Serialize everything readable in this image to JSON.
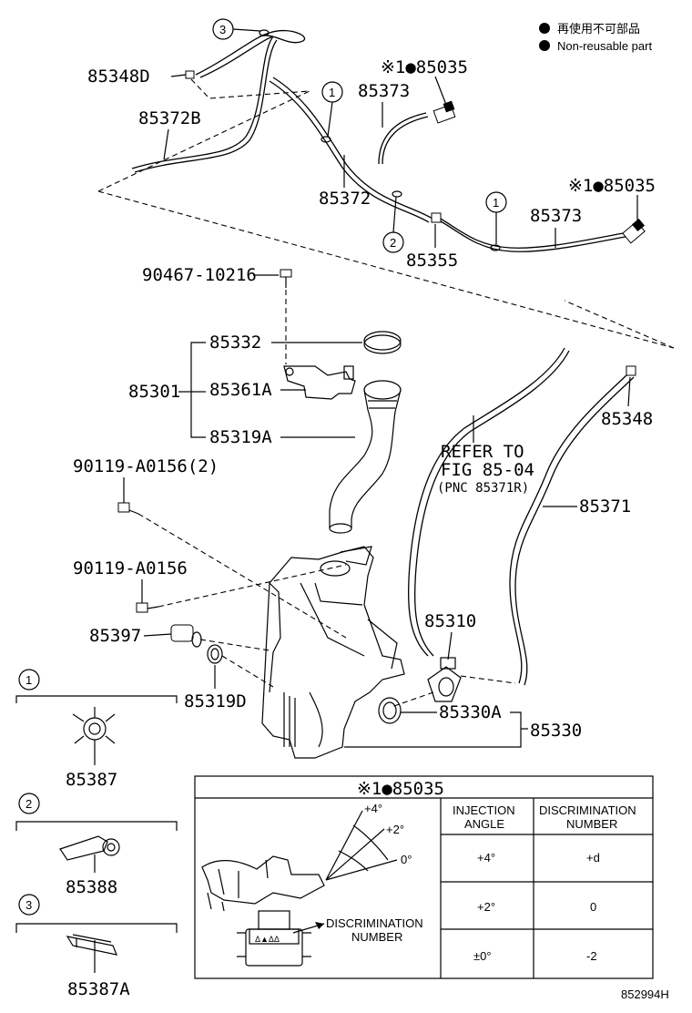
{
  "legend": {
    "ja": "再使用不可部品",
    "en": "Non-reusable part"
  },
  "parts": {
    "p85348D": "85348D",
    "p85372B": "85372B",
    "p85035_a": "※1●85035",
    "p85373_a": "85373",
    "p85372": "85372",
    "p85355": "85355",
    "p85035_b": "※1●85035",
    "p85373_b": "85373",
    "p90467": "90467-10216",
    "p85332": "85332",
    "p85301": "85301",
    "p85361A": "85361A",
    "p85319A": "85319A",
    "p85348": "85348",
    "p90119_2": "90119-A0156(2)",
    "p90119": "90119-A0156",
    "p85371": "85371",
    "p85397": "85397",
    "p85310": "85310",
    "p85319D": "85319D",
    "p85330A": "85330A",
    "p85330": "85330",
    "p85387": "85387",
    "p85388": "85388",
    "p85387A": "85387A"
  },
  "refer": {
    "line1": "REFER TO",
    "line2": "FIG 85-04",
    "line3": "(PNC 85371R)"
  },
  "callouts": {
    "c1": "1",
    "c2": "2",
    "c3": "3"
  },
  "inset": {
    "title": "※1●85035",
    "col1": "INJECTION ANGLE",
    "col2": "DISCRIMINATION NUMBER",
    "rows": [
      {
        "angle": "+4°",
        "number": "+d"
      },
      {
        "angle": "+2°",
        "number": "0"
      },
      {
        "angle": "±0°",
        "number": "-2"
      }
    ],
    "angle_labels": [
      "+4°",
      "+2°",
      "0°"
    ],
    "disc_label_1": "DISCRIMINATION",
    "disc_label_2": "NUMBER",
    "stamp": "Δ▲ΔΔ"
  },
  "figure_id": "852994H"
}
